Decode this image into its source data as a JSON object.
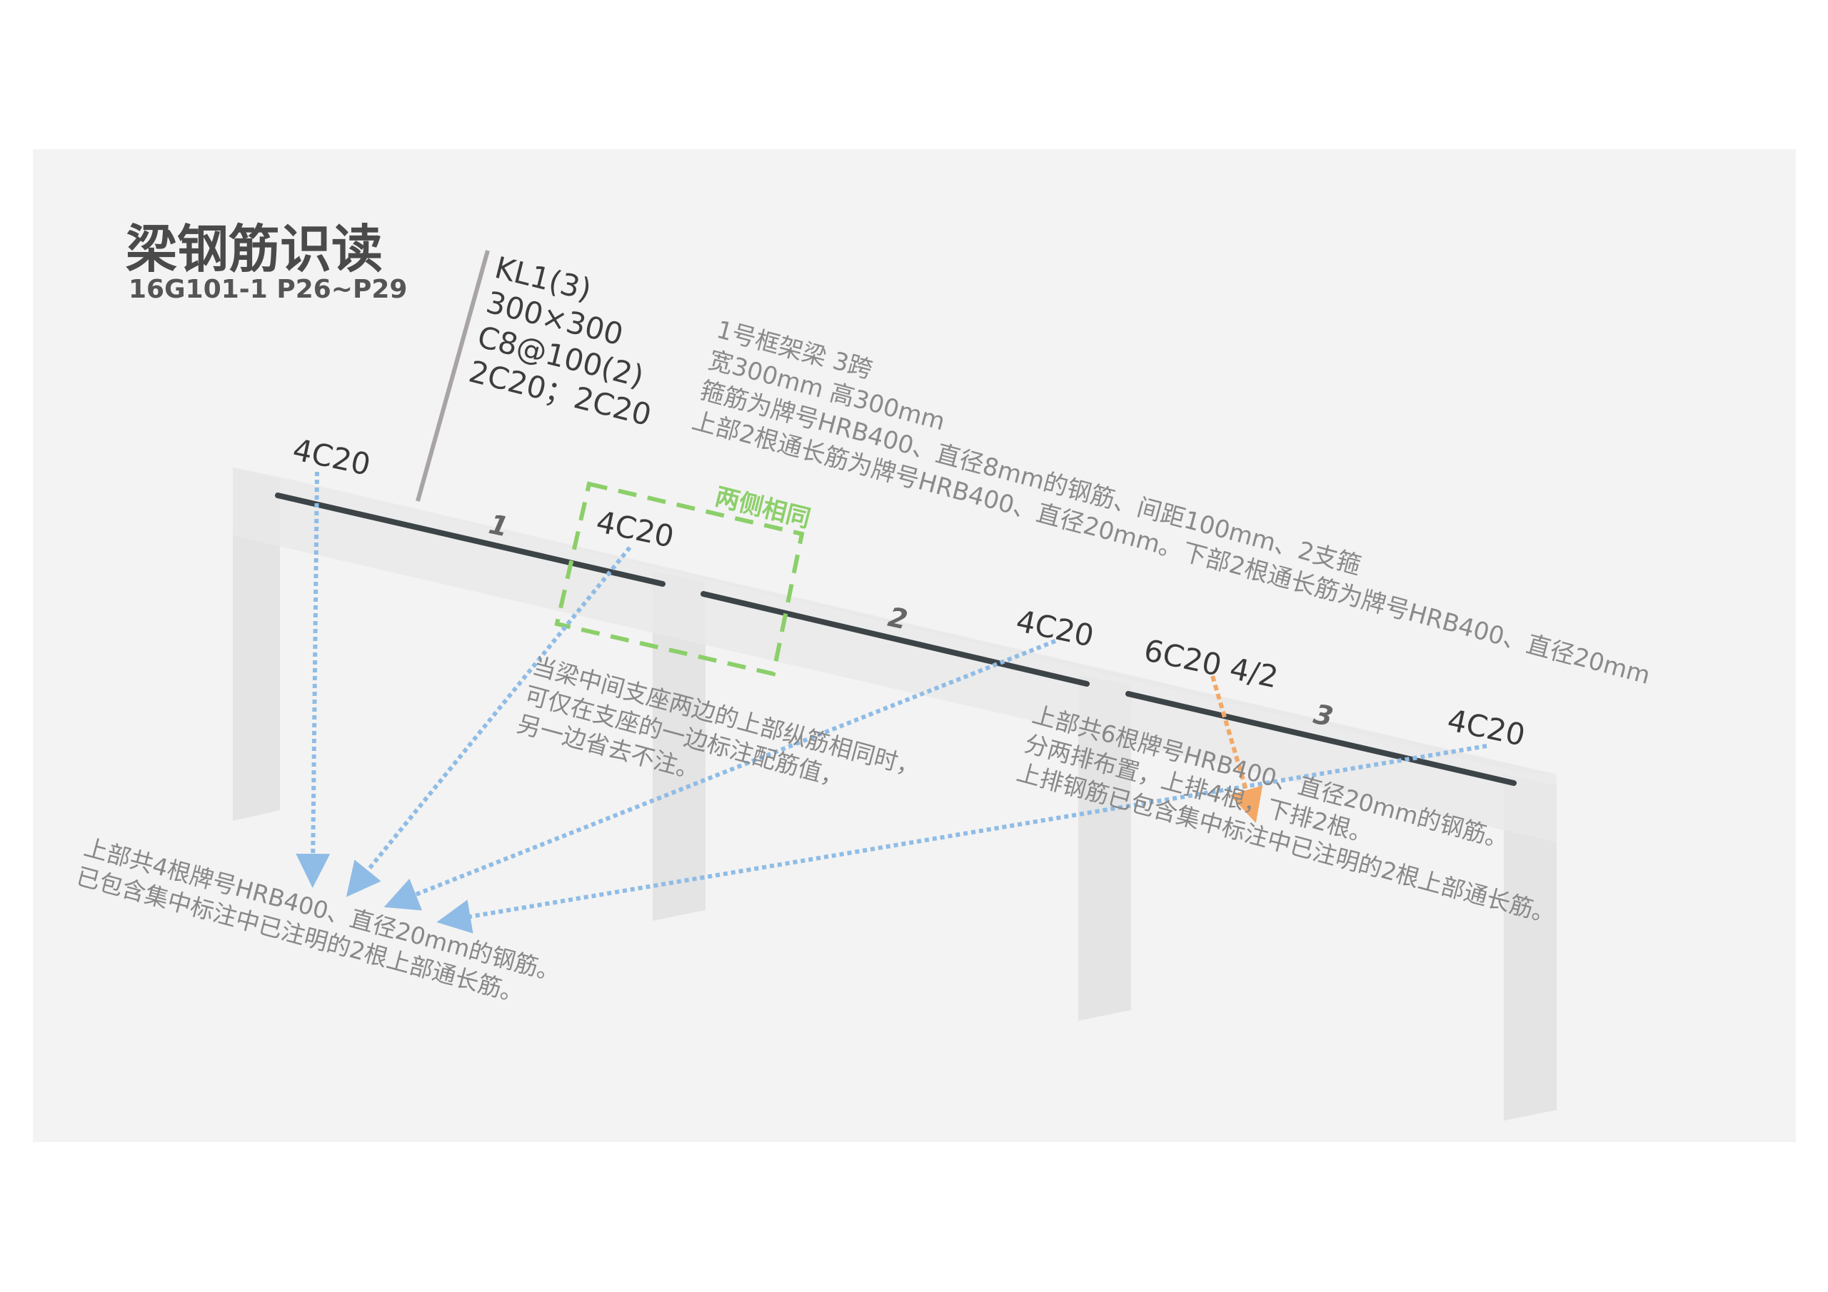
{
  "header": {
    "title": "梁钢筋识读",
    "reference": "16G101-1  P26~P29"
  },
  "beam_spec": {
    "lines": [
      "KL1(3)",
      "300×300",
      "C8@100(2)",
      "2C20；2C20"
    ]
  },
  "description": {
    "lines": [
      "1号框架梁 3跨",
      "宽300mm 高300mm",
      "箍筋为牌号HRB400、直径8mm的钢筋、间距100mm、2支箍",
      "上部2根通长筋为牌号HRB400、直径20mm。下部2根通长筋为牌号HRB400、直径20mm"
    ]
  },
  "labels": {
    "support_1": "4C20",
    "support_2": "4C20",
    "support_3": "4C20",
    "support_3_extra": "6C20 4/2",
    "support_4": "4C20",
    "span_1": "1",
    "span_2": "2",
    "span_3": "3",
    "both_sides_same": "两侧相同"
  },
  "notes": {
    "middle": [
      "当梁中间支座两边的上部纵筋相同时，",
      "可仅在支座的一边标注配筋值，",
      "另一边省去不注。"
    ],
    "right": [
      "上部共6根牌号HRB400、直径20mm的钢筋。",
      "分两排布置，上排4根，下排2根。",
      "上排钢筋已包含集中标注中已注明的2根上部通长筋。"
    ],
    "bottom_left": [
      "上部共4根牌号HRB400、直径20mm的钢筋。",
      "已包含集中标注中已注明的2根上部通长筋。"
    ]
  },
  "colors": {
    "arrow_blue": "#8fbce6",
    "arrow_orange": "#f4a866",
    "dashed_green": "#8ccf6a",
    "rebar": "#3d4448"
  }
}
